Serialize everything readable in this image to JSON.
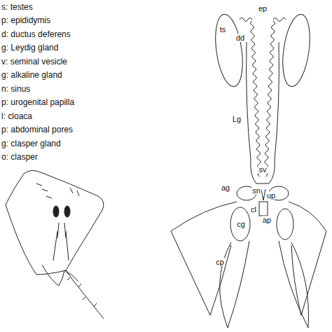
{
  "diagram": {
    "labels": [
      "s: testes",
      "p: epididymis",
      "d: ductus deferens",
      "g: Leydig gland",
      "v: seminal vesicle",
      "g: alkaline gland",
      "n: sinus",
      "p: urogenital papilla",
      "l: cloaca",
      "p: abdominal pores",
      "g: clasper gland",
      "o: clasper",
      "ts",
      "ep",
      "dd",
      "Lg",
      "sv",
      "ag",
      "sn",
      "up",
      "cl",
      "ap",
      "cg",
      "cp"
    ]
  }
}
